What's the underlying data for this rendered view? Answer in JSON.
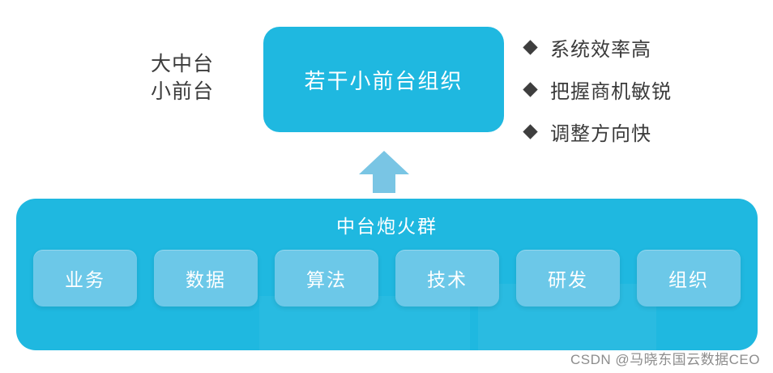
{
  "side_caption": {
    "line1": "大中台",
    "line2": "小前台"
  },
  "top_box": {
    "label": "若干小前台组织",
    "color": "#1fb8e0",
    "text_color": "#ffffff"
  },
  "arrow": {
    "name": "arrow-up",
    "color": "#79c5e4"
  },
  "bullets": {
    "marker": "◆",
    "items": [
      {
        "text": "系统效率高"
      },
      {
        "text": "把握商机敏锐"
      },
      {
        "text": "调整方向快"
      }
    ],
    "text_color": "#3b3b3b"
  },
  "platform": {
    "title": "中台炮火群",
    "color": "#1fb8e0",
    "chip_color": "#6cc8e8",
    "chips": [
      {
        "label": "业务"
      },
      {
        "label": "数据"
      },
      {
        "label": "算法"
      },
      {
        "label": "技术"
      },
      {
        "label": "研发"
      },
      {
        "label": "组织"
      }
    ]
  },
  "watermark": {
    "text": "CSDN @马晓东国云数据CEO",
    "color": "#8d8d8d"
  }
}
